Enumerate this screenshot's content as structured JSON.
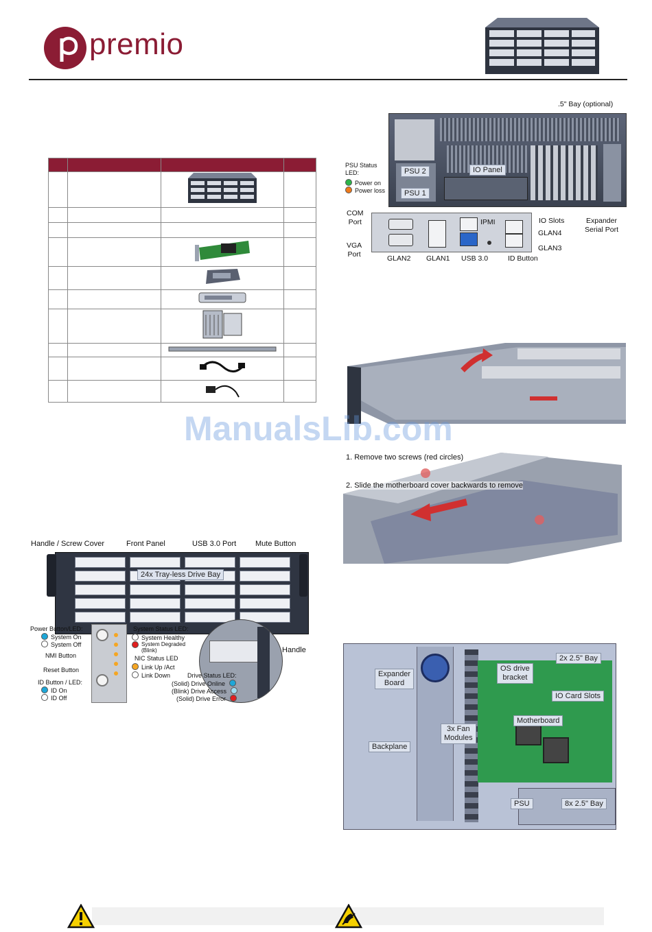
{
  "header": {
    "brand": "premio"
  },
  "watermark": "ManualsLib.com",
  "parts_table": {
    "header_color": "#8b1c34",
    "row_count": 10
  },
  "rear_panel": {
    "bay_optional": ".5\" Bay (optional)",
    "psu_status": "PSU Status\nLED:",
    "power_on": "Power on",
    "power_loss": "Power loss",
    "psu2": "PSU 2",
    "psu1": "PSU 1",
    "io_panel": "IO Panel",
    "io_slots": "IO Slots",
    "expander_serial": "Expander\nSerial Port",
    "com_port": "COM\nPort",
    "vga_port": "VGA\nPort",
    "ipmi": "IPMI",
    "glan4": "GLAN4",
    "glan3": "GLAN3",
    "glan2": "GLAN2",
    "glan1": "GLAN1",
    "usb30": "USB 3.0",
    "id_button": "ID Button"
  },
  "cover_removal": {
    "step1": "1. Remove two screws (red circles)",
    "step2": "2. Slide the motherboard cover backwards to remove"
  },
  "front_panel": {
    "handle_screw_cover": "Handle / Screw Cover",
    "front_panel": "Front Panel",
    "usb30_port": "USB 3.0 Port",
    "mute_button": "Mute Button",
    "drive_bay": "24x Tray-less Drive Bay",
    "power_button_led": "Power Button/LED:",
    "system_on": "System On",
    "system_off": "System Off",
    "nmi_button": "NMI Button",
    "reset_button": "Reset Button",
    "id_button_led": "ID Button / LED:",
    "id_on": "ID On",
    "id_off": "ID Off",
    "system_status_led": "System Status LED:",
    "system_healthy": "System Healthy",
    "system_degraded": "System Degraded\n(Blink)",
    "nic_status_led": "NIC Status LED",
    "link_up": "Link Up /Act",
    "link_down": "Link Down",
    "drive_status_led": "Drive Status LED:",
    "drive_online": "(Solid) Drive Online",
    "drive_access": "(Blink) Drive Access",
    "drive_error": "(Solid) Drive Error",
    "handle": "Handle"
  },
  "top_view": {
    "expander_board": "Expander\nBoard",
    "os_drive_bracket": "OS drive\nbracket",
    "bay_2x25": "2x 2.5\" Bay",
    "io_card_slots": "IO Card Slots",
    "motherboard": "Motherboard",
    "fan_modules": "3x Fan\nModules",
    "backplane": "Backplane",
    "psu": "PSU",
    "bay_8x25": "8x 2.5\" Bay"
  },
  "colors": {
    "brand": "#8b1c34",
    "led_blue": "#1ea7d8",
    "led_orange": "#f5a623",
    "led_red": "#e02020",
    "led_green": "#2bb54a"
  }
}
